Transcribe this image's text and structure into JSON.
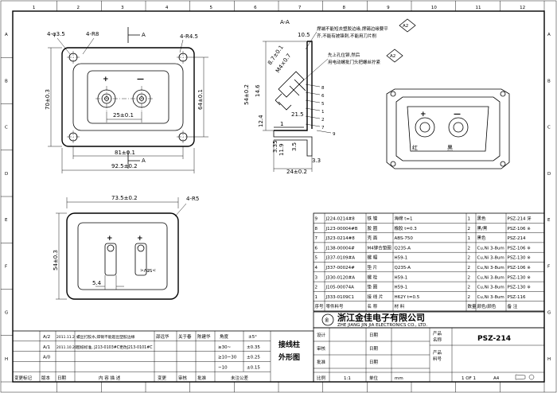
{
  "border": {
    "col_numbers": [
      "1",
      "2",
      "3",
      "4",
      "5",
      "6",
      "7",
      "8",
      "9",
      "10",
      "11",
      "12"
    ],
    "row_letters": [
      "A",
      "B",
      "C",
      "D",
      "E",
      "F",
      "G",
      "H"
    ]
  },
  "top_view": {
    "dims": {
      "hole_dia": "4-φ3.5",
      "corner_radius": "4-R8",
      "slot_radius": "4-R4.5",
      "width_outer": "92.5±0.2",
      "hole_spacing_x": "81±0.1",
      "terminal_spacing": "25±0.1",
      "height_outer": "70±0.3",
      "hole_spacing_y": "64±0.1"
    },
    "section_mark": "A",
    "plus": "+",
    "minus": "—"
  },
  "section_view": {
    "title": "A-A",
    "dims": {
      "d1": "10.5",
      "d2": "8.7±0.1",
      "d3": "M4×0.7",
      "d4": "14.6",
      "d5": "12.4",
      "d6": "21.5",
      "d7": "54±0.2",
      "d8": "1",
      "d9": "3.5",
      "d10": "24±0.2",
      "d11": "3.3",
      "d12": "3.35",
      "d13": "11.9"
    },
    "balloons": [
      "8",
      "6",
      "5",
      "1",
      "2",
      "7",
      "9"
    ],
    "note1": "焊端不能短去塑胶边缘,焊锡边缘要平",
    "note1b": "齐,不能有披锋刺,不能用刀片削",
    "note2": "先上孔位铆,然后",
    "note2b": "用电动螺批门头把螺丝拧紧",
    "flag": "A2"
  },
  "iso_view": {
    "plus": "+",
    "minus": "—",
    "red": "红",
    "black": "黑"
  },
  "bottom_view": {
    "dims": {
      "width": "73.5±0.2",
      "radius": "4-R5",
      "height": "54±0.3",
      "pin": "5.4"
    },
    "plus": "+",
    "mark": ">SEV<"
  },
  "bom": {
    "rows": [
      {
        "no": "9",
        "code": "J224-0214#8",
        "name": "铁 镍",
        "spec": "海绵 t=1",
        "qty": "1",
        "color": "黑色",
        "note": "PSZ-214 牙"
      },
      {
        "no": "8",
        "code": "J123-00004#B",
        "name": "胶 圈",
        "spec": "橡胶 t=0.3",
        "qty": "2",
        "color": "黑/黑",
        "note": "PSZ-106 ※"
      },
      {
        "no": "7",
        "code": "J323-0214#8",
        "name": "壳 面",
        "spec": "ABS-750",
        "qty": "1",
        "color": "黑色",
        "note": "PSZ-214"
      },
      {
        "no": "6",
        "code": "J138-00004#",
        "name": "M4铆合垫圈",
        "spec": "Q235-A",
        "qty": "2",
        "color": "Cu,Ni 3-8um",
        "note": "PSZ-106 ※"
      },
      {
        "no": "5",
        "code": "J337-0109#A",
        "name": "螺 帽",
        "spec": "H59-1",
        "qty": "2",
        "color": "Cu,Ni 3-8um",
        "note": "PSZ-130 ※"
      },
      {
        "no": "4",
        "code": "J337-00024#",
        "name": "垫 片",
        "spec": "Q235-A",
        "qty": "2",
        "color": "Cu,Ni 3-8um",
        "note": "PSZ-106 ※"
      },
      {
        "no": "3",
        "code": "J330-0120#A",
        "name": "螺 栓",
        "spec": "H59-1",
        "qty": "2",
        "color": "Cu,Ni 3-8um",
        "note": "PSZ-130 ※"
      },
      {
        "no": "2",
        "code": "J105-00074A",
        "name": "垫 圈",
        "spec": "H59-1",
        "qty": "2",
        "color": "Cu,Ni 3-8um",
        "note": "PSZ-130 ※"
      },
      {
        "no": "1",
        "code": "J333-0109C1",
        "name": "接 线 片",
        "spec": "H62Y t=0.5",
        "qty": "2",
        "color": "Cu,Ni 3-8um",
        "note": "PSZ-116"
      }
    ],
    "header": {
      "no": "序号",
      "code": "零件料号",
      "name": "名 称",
      "spec": "材 料",
      "qty": "数量",
      "color": "颜色/颜色",
      "note": "备 注"
    }
  },
  "company": {
    "cn": "浙江金佳电子有限公司",
    "en": "ZHE JIANG JIN JIA ELECTRONICS CO., LTD.",
    "logo": "金 金佳"
  },
  "title_block": {
    "drawing_name_1": "接线柱",
    "drawing_name_2": "外形图",
    "product_label": "产品",
    "product_label2": "名称",
    "product_no_label": "产品",
    "product_no_label2": "料号",
    "product_code": "PSZ-214",
    "design": "设计",
    "check": "审核",
    "approve": "批准",
    "date": "日期",
    "scale_label": "比例",
    "scale": "1:1",
    "unit_label": "单位",
    "unit": "mm",
    "sheet": "1 OF 1",
    "size": "A4"
  },
  "revisions": {
    "rows": [
      {
        "ver": "A/2",
        "date": "2011.11.2",
        "desc": "螺丝打胶水,焊锡不能超出塑胶边缘",
        "who": "邵远华",
        "ok": "关于春",
        "stamp": "陈建华"
      },
      {
        "ver": "A/1",
        "date": "2011.10.20",
        "desc": "图纸标准, J213-0103#C更改J213-0101#C",
        "who": "",
        "ok": "",
        "stamp": ""
      },
      {
        "ver": "A/0",
        "date": "",
        "desc": "",
        "who": "",
        "ok": "",
        "stamp": ""
      }
    ],
    "header": {
      "ver": "变更标记",
      "no": "版本",
      "date": "日期",
      "desc": "内 容 描 述",
      "who": "变更",
      "ok": "审核",
      "stamp": "批准"
    }
  },
  "tolerance": {
    "header": [
      "角度",
      "±5°"
    ],
    "rows": [
      [
        "≥30~",
        "±0.35"
      ],
      [
        "≥10~30",
        "±0.25"
      ],
      [
        "~10",
        "±0.15"
      ]
    ],
    "footer": "未注公差"
  }
}
